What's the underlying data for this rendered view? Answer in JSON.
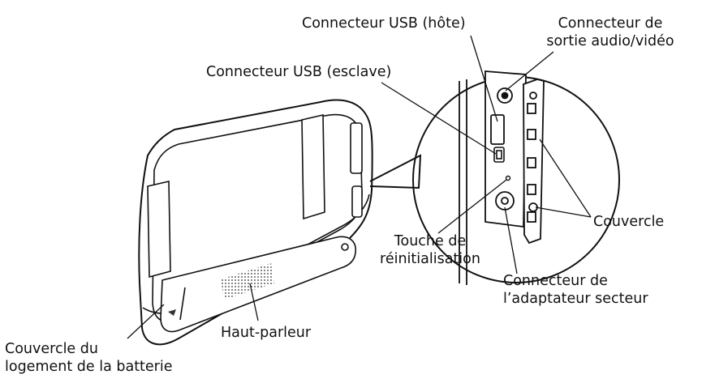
{
  "labels": {
    "usb_host": "Connecteur USB (hôte)",
    "av_out_line1": "Connecteur de",
    "av_out_line2": "sortie audio/vidéo",
    "usb_slave": "Connecteur USB (esclave)",
    "cover": "Couvercle",
    "reset_line1": "Touche de",
    "reset_line2": "réinitialisation",
    "ac_line1": "Connecteur de",
    "ac_line2": "l’adaptateur secteur",
    "speaker": "Haut-parleur",
    "battery_line1": "Couvercle du",
    "battery_line2": "logement de la batterie"
  },
  "colors": {
    "line": "#111111",
    "body_fill": "#ffffff",
    "shade": "#cfcfcf"
  }
}
